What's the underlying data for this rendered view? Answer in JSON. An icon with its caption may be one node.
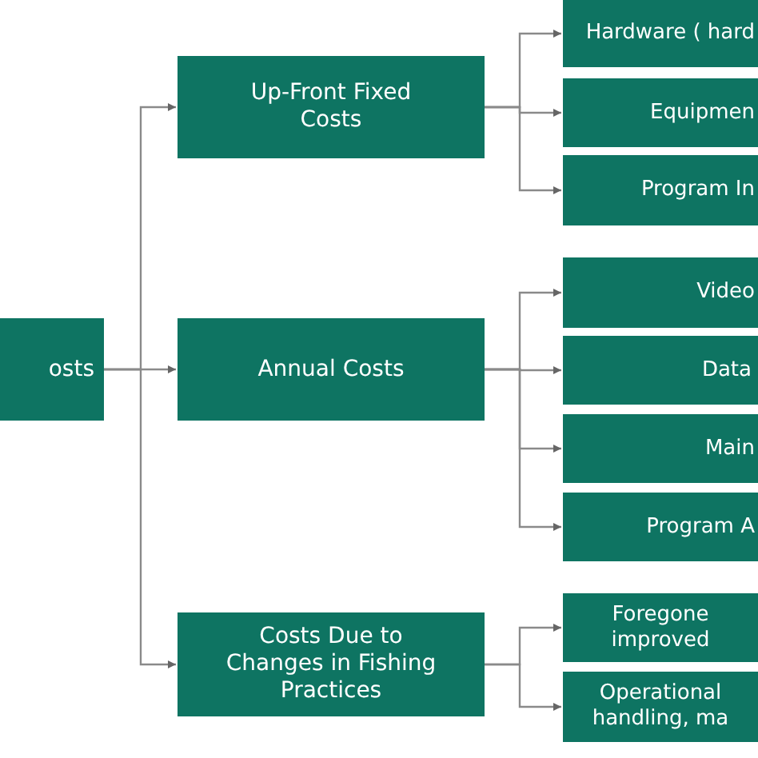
{
  "diagram": {
    "nodes": [
      {
        "text": [
          "osts"
        ]
      },
      {
        "text": [
          "Up-Front Fixed Costs"
        ]
      },
      {
        "text": [
          "Annual Costs"
        ]
      },
      {
        "text": [
          "Costs Due to Changes in Fishing Practices"
        ]
      },
      {
        "text": [
          "Hardware ( hard"
        ]
      },
      {
        "text": [
          "Equipmen"
        ]
      },
      {
        "text": [
          "Program In"
        ]
      },
      {
        "text": [
          "Video"
        ]
      },
      {
        "text": [
          "Data"
        ]
      },
      {
        "text": [
          "Main"
        ]
      },
      {
        "text": [
          "Program A"
        ]
      },
      {
        "text": [
          "Foregone improved"
        ]
      },
      {
        "text": [
          "Operational handling, ma"
        ]
      }
    ],
    "edges": [
      {
        "from": 0,
        "to": 1,
        "arrow": "to"
      },
      {
        "from": 0,
        "to": 2,
        "arrow": "to"
      },
      {
        "from": 0,
        "to": 3,
        "arrow": "to"
      },
      {
        "from": 1,
        "to": 4,
        "arrow": "to"
      },
      {
        "from": 1,
        "to": 5,
        "arrow": "to"
      },
      {
        "from": 1,
        "to": 6,
        "arrow": "to"
      },
      {
        "from": 2,
        "to": 7,
        "arrow": "to"
      },
      {
        "from": 2,
        "to": 8,
        "arrow": "to"
      },
      {
        "from": 2,
        "to": 9,
        "arrow": "to"
      },
      {
        "from": 2,
        "to": 10,
        "arrow": "to"
      },
      {
        "from": 3,
        "to": 11,
        "arrow": "to"
      },
      {
        "from": 3,
        "to": 12,
        "arrow": "to"
      }
    ]
  }
}
